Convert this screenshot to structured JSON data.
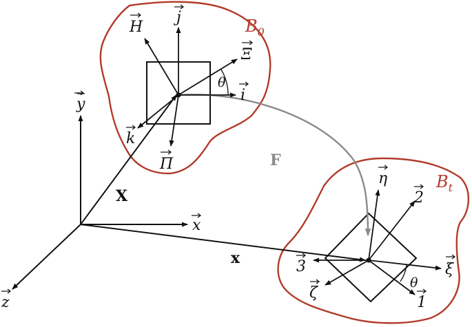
{
  "colors": {
    "body_outline": "#b23a2a",
    "ink": "#111111",
    "mapping_arrow": "#8a8a8a"
  },
  "global_axes": {
    "x": "x",
    "y": "y",
    "z": "z"
  },
  "reference_body": {
    "name": "B",
    "subscript": "0",
    "basis": {
      "i": "i",
      "j": "j",
      "k": "k"
    },
    "material_frame": {
      "xi": "Ξ",
      "eta": "H",
      "zeta": "Π"
    },
    "angle": "θ",
    "position_vector": "X"
  },
  "current_body": {
    "name": "B",
    "subscript": "t",
    "basis": {
      "one": "1",
      "two": "2",
      "three": "3"
    },
    "material_frame": {
      "xi": "ξ",
      "eta": "η",
      "zeta": "ζ"
    },
    "angle": "θ",
    "position_vector": "x"
  },
  "mapping_label": "F"
}
